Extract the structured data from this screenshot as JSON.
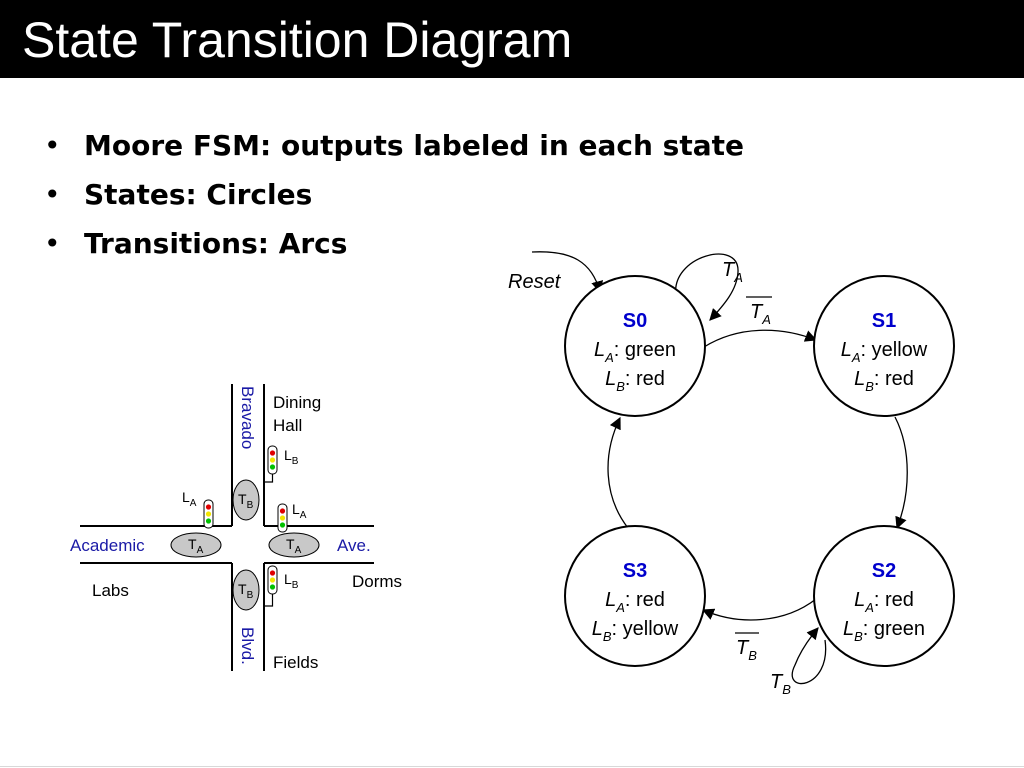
{
  "slide": {
    "title": "State Transition Diagram",
    "bullets": [
      "Moore FSM: outputs labeled in each state",
      "States: Circles",
      "Transitions: Arcs"
    ]
  },
  "colors": {
    "title_bg": "#000000",
    "state_name": "#0000cc",
    "street_label": "#1a1aa6",
    "sensor_fill": "#c8c8c8"
  },
  "fsm": {
    "reset_label": "Reset",
    "states": [
      {
        "name": "S0",
        "la_label": "L",
        "la_sub": "A",
        "la_value": ": green",
        "lb_label": "L",
        "lb_sub": "B",
        "lb_value": ": red"
      },
      {
        "name": "S1",
        "la_label": "L",
        "la_sub": "A",
        "la_value": ": yellow",
        "lb_label": "L",
        "lb_sub": "B",
        "lb_value": ": red"
      },
      {
        "name": "S2",
        "la_label": "L",
        "la_sub": "A",
        "la_value": ": red",
        "lb_label": "L",
        "lb_sub": "B",
        "lb_value": ": green"
      },
      {
        "name": "S3",
        "la_label": "L",
        "la_sub": "A",
        "la_value": ": red",
        "lb_label": "L",
        "lb_sub": "B",
        "lb_value": ": yellow"
      }
    ],
    "transitions": {
      "s0_self": {
        "var": "T",
        "sub": "A"
      },
      "s0_to_s1": {
        "var": "T",
        "sub": "A",
        "negated": true
      },
      "s2_to_s3": {
        "var": "T",
        "sub": "B",
        "negated": true
      },
      "s2_self": {
        "var": "T",
        "sub": "B"
      }
    }
  },
  "intersection": {
    "street_ns_top": "Bravado",
    "street_ns_bottom": "Blvd.",
    "street_ew_left": "Academic",
    "street_ew_right": "Ave.",
    "corners": {
      "top_right_line1": "Dining",
      "top_right_line2": "Hall",
      "bottom_left": "Labs",
      "bottom_right": "Dorms",
      "bottom_center": "Fields"
    },
    "lights": {
      "l": "L",
      "a": "A",
      "b": "B"
    },
    "sensors": {
      "t": "T",
      "a": "A",
      "b": "B"
    }
  }
}
